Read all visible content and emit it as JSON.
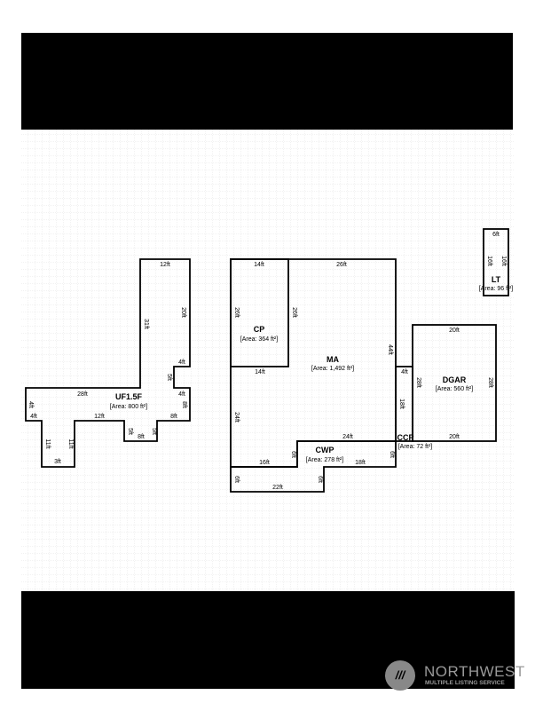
{
  "rooms": {
    "uf": {
      "name": "UF1.5F",
      "area": "[Area: 800 ft²]"
    },
    "cp": {
      "name": "CP",
      "area": "[Area: 364 ft²]"
    },
    "ma": {
      "name": "MA",
      "area": "[Area: 1,492 ft²]"
    },
    "cwp": {
      "name": "CWP",
      "area": "[Area: 278 ft²]"
    },
    "ccp": {
      "name": "CCP",
      "area": "[Area: 72 ft²]"
    },
    "dgar": {
      "name": "DGAR",
      "area": "[Area: 560 ft²]"
    },
    "lt": {
      "name": "LT",
      "area": "[Area: 96 ft²]"
    }
  },
  "dims": {
    "uf_top": "12ft",
    "uf_right": "20ft",
    "uf_inner": "31ft",
    "uf_step": "4ft",
    "uf_notch": "5ft",
    "uf_step2": "4ft",
    "uf_r8": "8ft",
    "uf_b8": "8ft",
    "uf_28": "28ft",
    "uf_12": "12ft",
    "uf_l4": "4ft",
    "uf_l4v": "4ft",
    "uf_11a": "11ft",
    "uf_11b": "11ft",
    "uf_3": "3ft",
    "uf_5a": "5ft",
    "uf_5b": "5ft",
    "uf_8c": "8ft",
    "cp_top": "14ft",
    "cp_left": "26ft",
    "cp_right": "26ft",
    "cp_bottom": "14ft",
    "ma_top": "26ft",
    "ma_right": "44ft",
    "ma_left": "24ft",
    "ma_24": "24ft",
    "ma_16": "16ft",
    "ma_6": "6ft",
    "cwp_18": "18ft",
    "cwp_6r": "6ft",
    "cwp_22": "22ft",
    "cwp_6l": "6ft",
    "cwp_6m": "6ft",
    "ccp_4": "4ft",
    "ccp_18": "18ft",
    "dgar_top": "20ft",
    "dgar_bottom": "20ft",
    "dgar_left": "28ft",
    "dgar_right": "28ft",
    "lt_top": "6ft",
    "lt_l": "16ft",
    "lt_r": "16ft"
  },
  "logo": {
    "name": "NORTHWEST",
    "sub": "MULTIPLE LISTING SERVICE"
  }
}
